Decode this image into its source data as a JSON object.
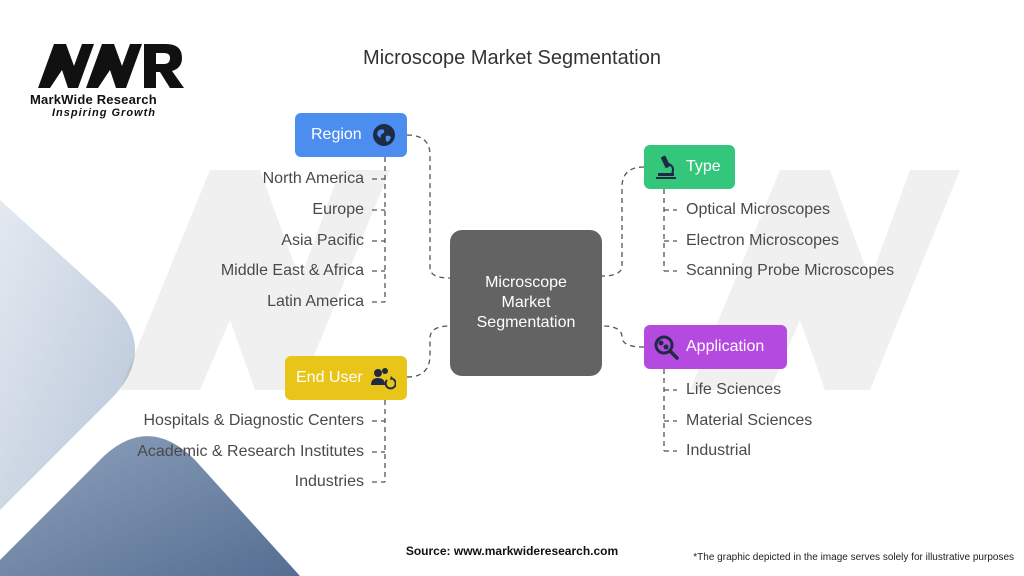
{
  "logo": {
    "mark": "MWR",
    "name": "MarkWide Research",
    "tagline": "Inspiring Growth"
  },
  "title": "Microscope Market Segmentation",
  "center": {
    "label": "Microscope Market Segmentation"
  },
  "categories": {
    "region": {
      "label": "Region",
      "icon": "globe-icon",
      "color": "#4c8ef0",
      "items": [
        "North America",
        "Europe",
        "Asia Pacific",
        "Middle East & Africa",
        "Latin America"
      ]
    },
    "end_user": {
      "label": "End User",
      "icon": "users-refresh-icon",
      "color": "#e9c419",
      "items": [
        "Hospitals & Diagnostic Centers",
        "Academic & Research Institutes",
        "Industries"
      ]
    },
    "type": {
      "label": "Type",
      "icon": "microscope-icon",
      "color": "#34c77c",
      "items": [
        "Optical Microscopes",
        "Electron Microscopes",
        "Scanning Probe Microscopes"
      ]
    },
    "application": {
      "label": "Application",
      "icon": "search-gears-icon",
      "color": "#b54ae0",
      "items": [
        "Life Sciences",
        "Material Sciences",
        "Industrial"
      ]
    }
  },
  "footer": {
    "source": "Source: www.markwideresearch.com",
    "disclaimer": "*The graphic depicted in the image serves solely for illustrative purposes"
  }
}
